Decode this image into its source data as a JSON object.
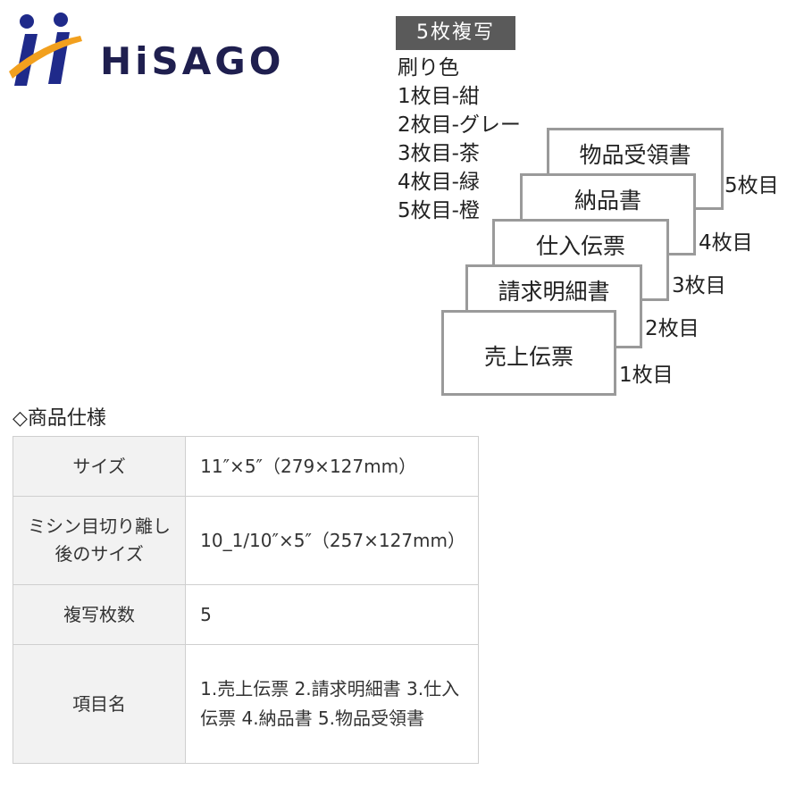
{
  "brand": {
    "name": "HiSAGO"
  },
  "copy_badge": "5枚複写",
  "color_heading": "刷り色",
  "sheet_colors": [
    "1枚目-紺",
    "2枚目-グレー",
    "3枚目-茶",
    "4枚目-緑",
    "5枚目-橙"
  ],
  "sheets": [
    {
      "label": "物品受領書",
      "number": "5枚目"
    },
    {
      "label": "納品書",
      "number": "4枚目"
    },
    {
      "label": "仕入伝票",
      "number": "3枚目"
    },
    {
      "label": "請求明細書",
      "number": "2枚目"
    },
    {
      "label": "売上伝票",
      "number": "1枚目"
    }
  ],
  "spec_section_title": "◇商品仕様",
  "spec_rows": [
    {
      "key": "サイズ",
      "value": "11″×5″（279×127mm）"
    },
    {
      "key": "ミシン目切り離し後のサイズ",
      "value": "10_1/10″×5″（257×127mm）"
    },
    {
      "key": "複写枚数",
      "value": "5"
    },
    {
      "key": "項目名",
      "value": "1.売上伝票 2.請求明細書 3.仕入伝票 4.納品書 5.物品受領書"
    }
  ],
  "colors": {
    "brand_navy": "#1f2a8a",
    "brand_orange": "#f2a01e",
    "badge_bg": "#5a5a5a",
    "sheet_border": "#9a9a9a"
  }
}
